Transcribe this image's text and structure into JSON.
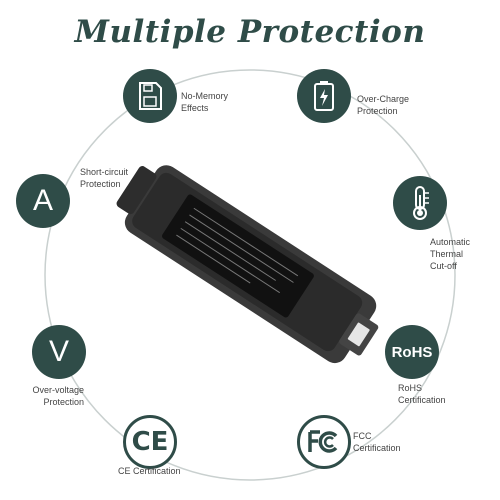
{
  "title": "Multiple Protection",
  "colors": {
    "accent": "#2f4c48",
    "ring": "#c9d0cf",
    "battery": "#3a3a3a"
  },
  "features": [
    {
      "icon": "memory-card-icon",
      "line1": "No-Memory",
      "line2": "Effects"
    },
    {
      "icon": "battery-charge-icon",
      "line1": "Over-Charge",
      "line2": "Protection"
    },
    {
      "icon": "thermometer-icon",
      "line1": "Automatic",
      "line2": "Thermal",
      "line3": "Cut-off"
    },
    {
      "icon": "rohs-icon",
      "badge": "RoHS",
      "line1": "RoHS",
      "line2": "Certification"
    },
    {
      "icon": "fcc-icon",
      "line1": "FCC",
      "line2": "Certification"
    },
    {
      "icon": "ce-icon",
      "badge": "CE",
      "line1": "CE Certification"
    },
    {
      "icon": "voltage-icon",
      "badge": "V",
      "line1": "Over-voltage",
      "line2": "Protection"
    },
    {
      "icon": "ampere-icon",
      "badge": "A",
      "line1": "Short-circuit",
      "line2": "Protection"
    }
  ]
}
